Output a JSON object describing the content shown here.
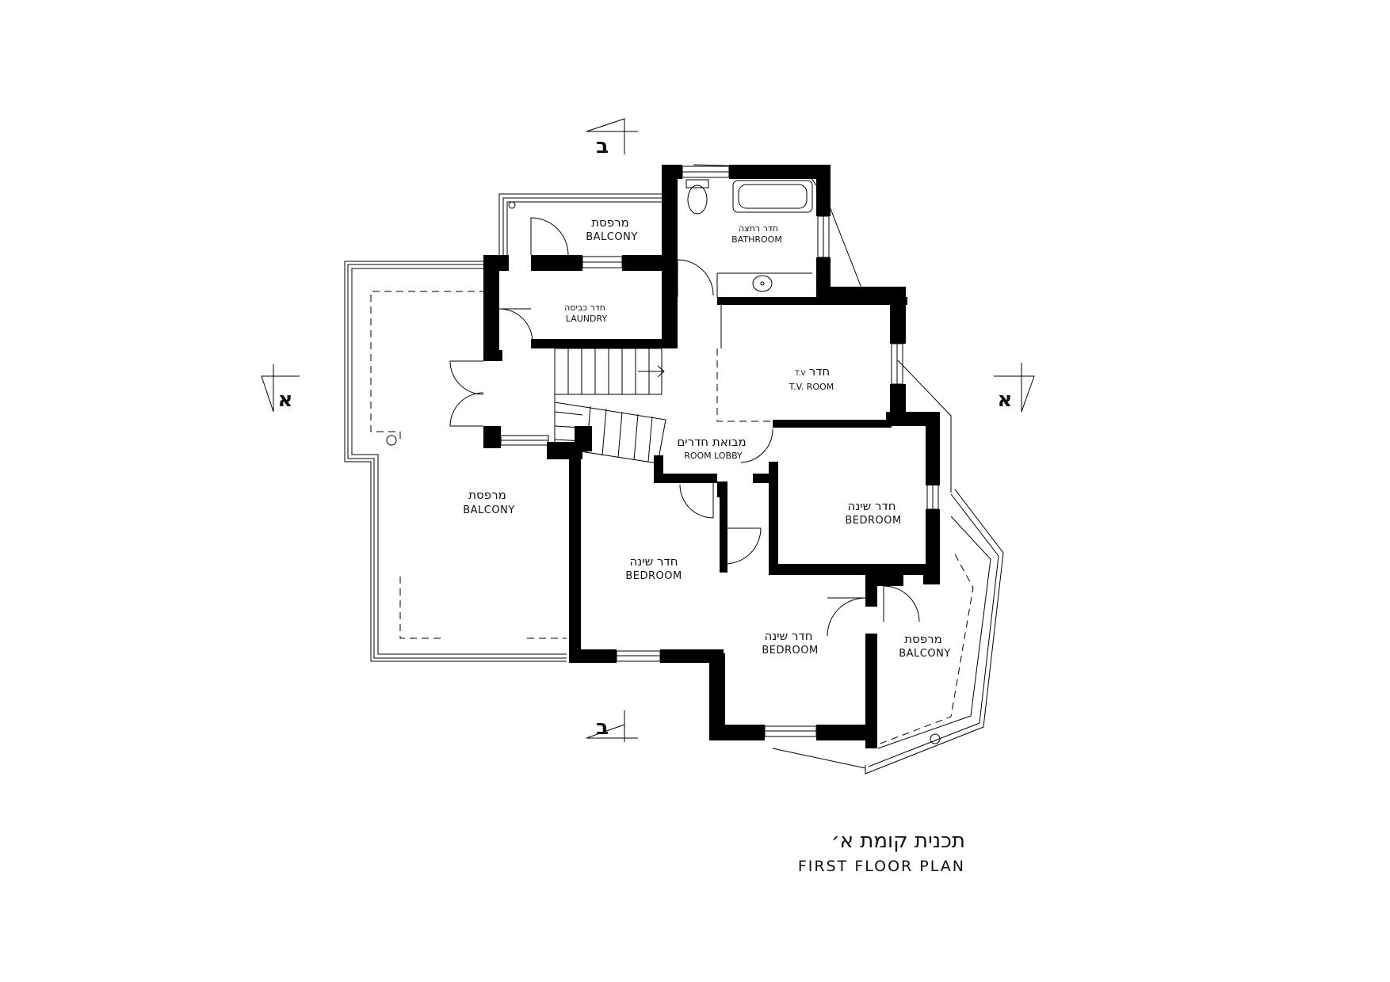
{
  "title": {
    "hebrew": "תכנית קומת א׳",
    "english": "FIRST FLOOR PLAN"
  },
  "section_markers": {
    "b_top": "ב",
    "b_bottom": "ב",
    "a_left": "א",
    "a_right": "א"
  },
  "rooms": {
    "balcony_top": {
      "hebrew": "מרפסת",
      "english": "BALCONY"
    },
    "bathroom": {
      "hebrew": "חדר רחצה",
      "english": "BATHROOM"
    },
    "laundry": {
      "hebrew": "חדר כביסה",
      "english": "LAUNDRY"
    },
    "tv_room": {
      "hebrew": "חדר",
      "hebrew_suffix": "T.V",
      "english": "T.V. ROOM"
    },
    "lobby": {
      "hebrew": "מבואת חדרים",
      "english": "ROOM LOBBY"
    },
    "balcony_big": {
      "hebrew": "מרפסת",
      "english": "BALCONY"
    },
    "bedroom_1": {
      "hebrew": "חדר שינה",
      "english": "BEDROOM"
    },
    "bedroom_2": {
      "hebrew": "חדר שינה",
      "english": "BEDROOM"
    },
    "bedroom_3": {
      "hebrew": "חדר שינה",
      "english": "BEDROOM"
    },
    "balcony_right": {
      "hebrew": "מרפסת",
      "english": "BALCONY"
    }
  }
}
